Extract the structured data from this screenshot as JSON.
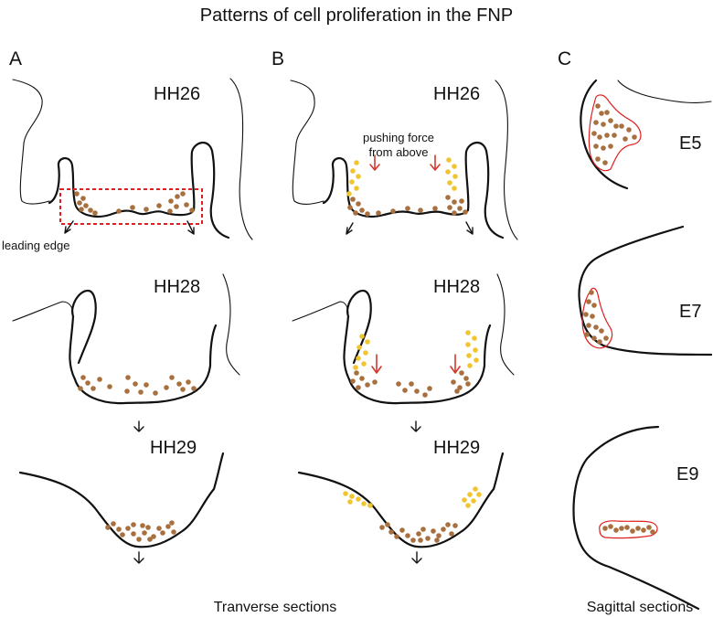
{
  "title": "Patterns of cell proliferation in the FNP",
  "panels": {
    "a": "A",
    "b": "B",
    "c": "C"
  },
  "stages": {
    "hh26": "HH26",
    "hh28": "HH28",
    "hh29": "HH29",
    "e5": "E5",
    "e7": "E7",
    "e9": "E9"
  },
  "annotations": {
    "leading_edge": "leading edge",
    "pushing_force_line1": "pushing force",
    "pushing_force_line2": "from above"
  },
  "footers": {
    "transverse": "Tranverse sections",
    "sagittal": "Sagittal sections"
  },
  "colors": {
    "proliferating_cells": "#a8703e",
    "yellow_cells": "#f0c530",
    "highlight_box": "#e02020",
    "force_arrow": "#d23a2e",
    "outline": "#111111"
  }
}
